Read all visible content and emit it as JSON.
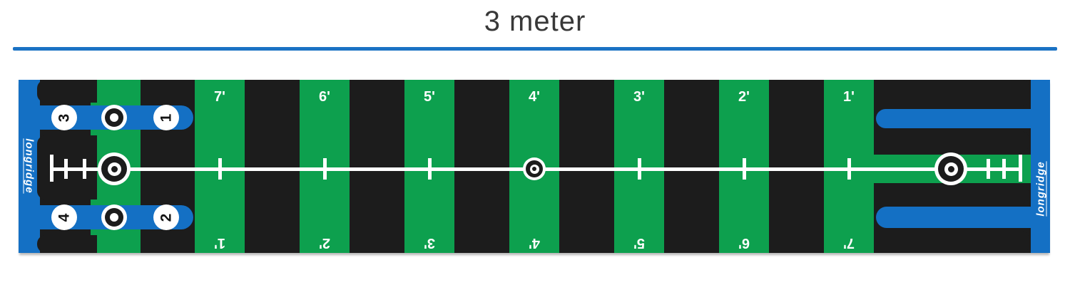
{
  "title": "3 meter",
  "brand": "longridge",
  "colors": {
    "blue": "#1470c4",
    "green": "#0da04e",
    "black": "#1c1c1c",
    "rule_blue": "#1a72c4",
    "white": "#ffffff",
    "title_text": "#383838"
  },
  "mat": {
    "top_distance_labels": [
      "7'",
      "6'",
      "5'",
      "4'",
      "3'",
      "2'",
      "1'"
    ],
    "bottom_distance_labels": [
      "1'",
      "2'",
      "3'",
      "4'",
      "5'",
      "6'",
      "7'"
    ],
    "drill_position_numbers": [
      "3",
      "1",
      "4",
      "2"
    ]
  }
}
